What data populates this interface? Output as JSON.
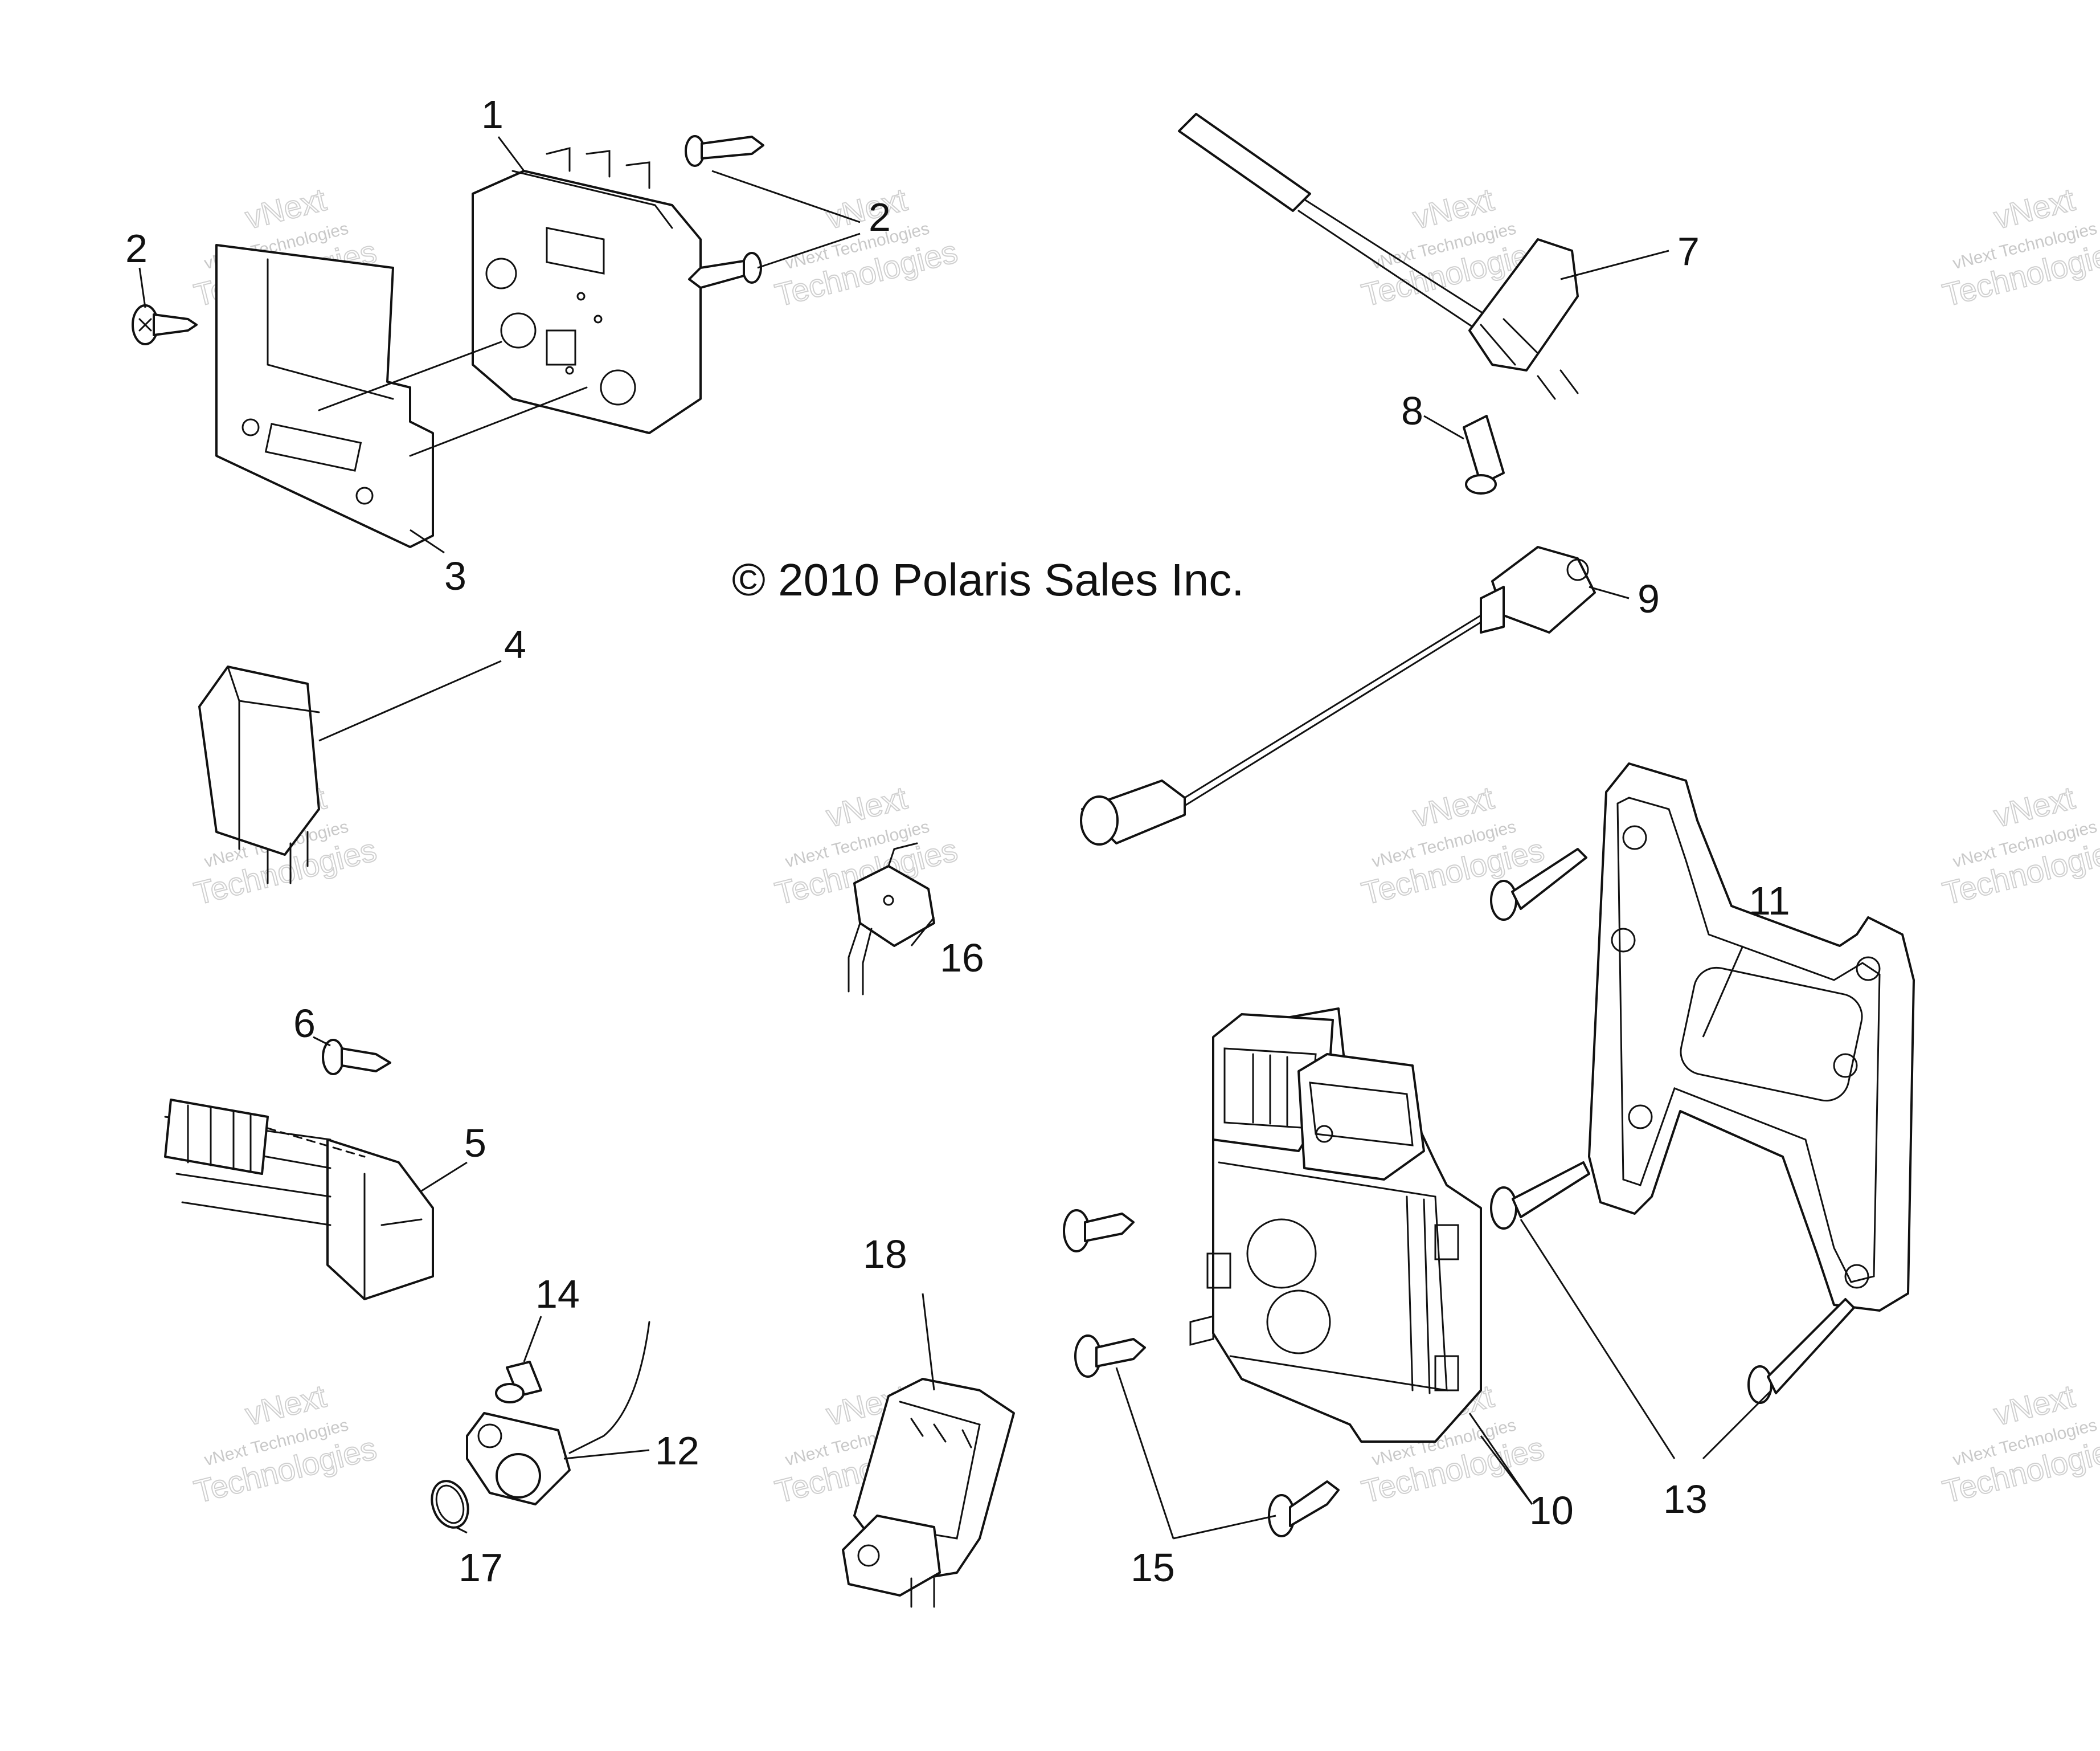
{
  "copyright": "© 2010 Polaris Sales Inc.",
  "watermark": {
    "line1": "vNext",
    "line2": "vNext Technologies",
    "line3": "Technologies"
  },
  "callouts": [
    "1",
    "2",
    "2",
    "2",
    "3",
    "4",
    "5",
    "6",
    "7",
    "8",
    "9",
    "10",
    "11",
    "12",
    "13",
    "14",
    "15",
    "16",
    "17",
    "18"
  ]
}
